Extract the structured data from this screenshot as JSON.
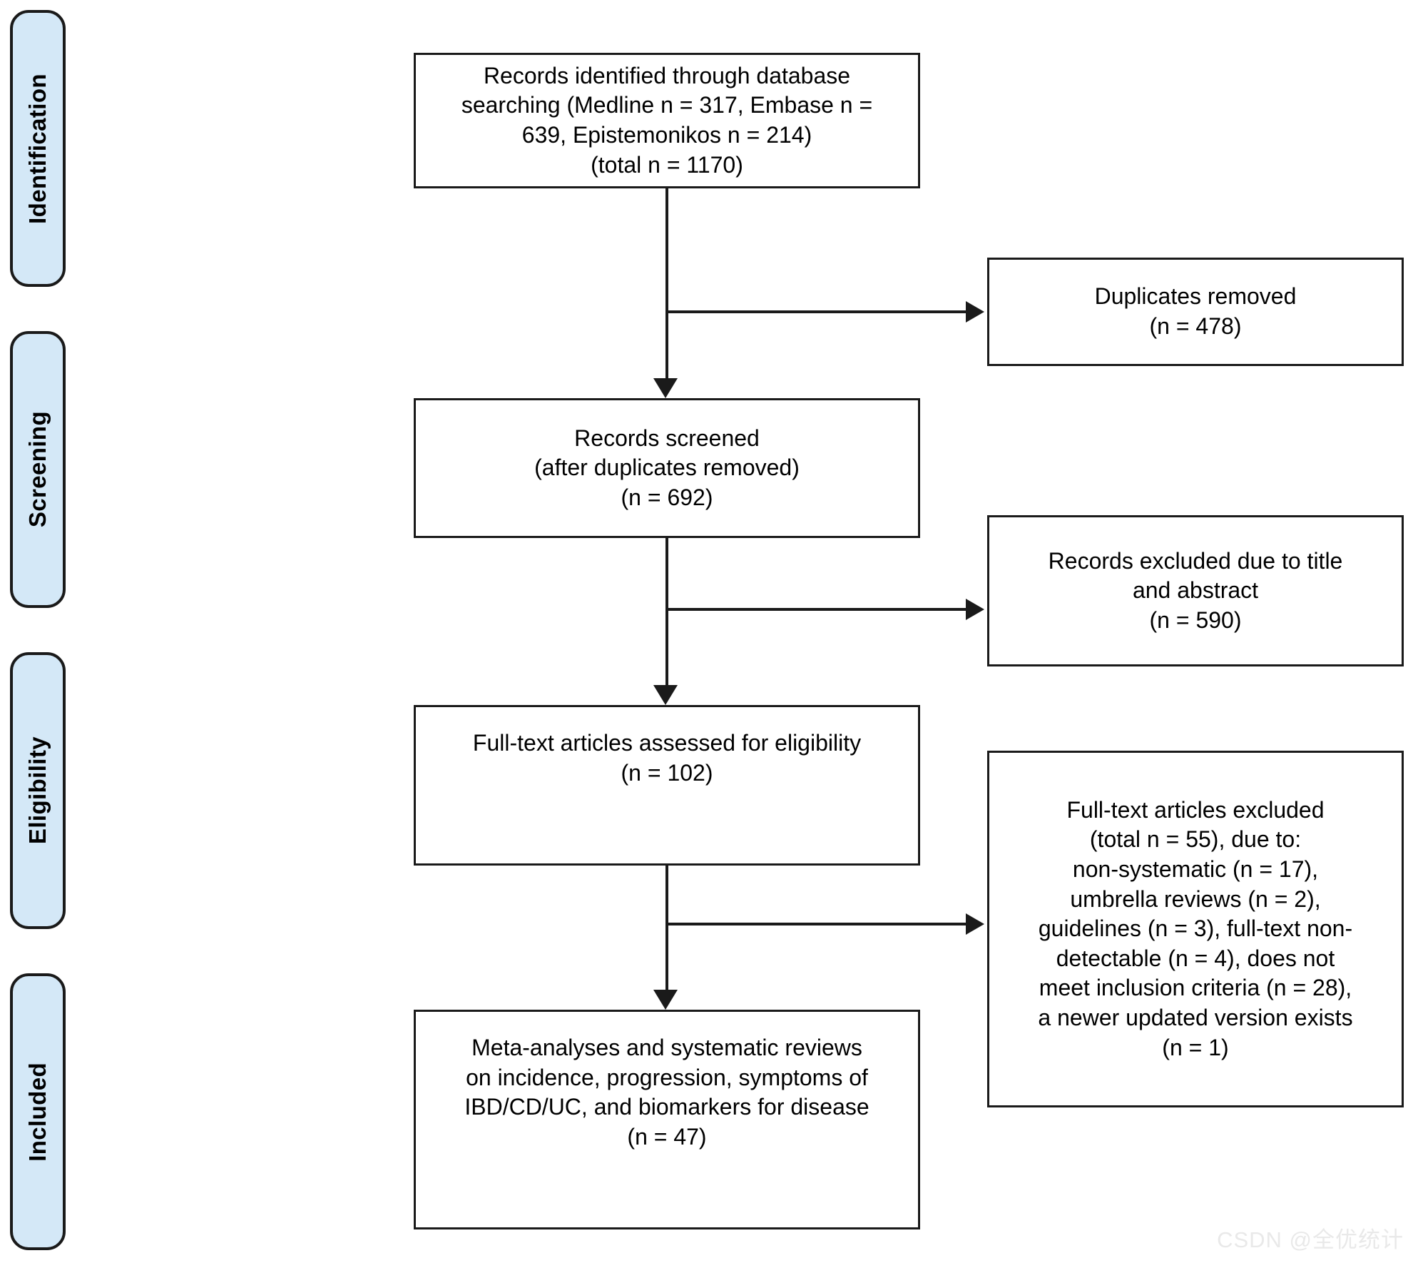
{
  "diagram": {
    "title": "PRISMA study selection flow diagram",
    "colors": {
      "stage_tab_fill": "#d4e8f7",
      "stage_tab_border": "#1a1a1a",
      "box_border": "#1a1a1a",
      "box_fill": "#ffffff",
      "connector": "#1a1a1a",
      "watermark_text": "#e9e9e9"
    },
    "stages": [
      {
        "label": "Identification"
      },
      {
        "label": "Screening"
      },
      {
        "label": "Eligibility"
      },
      {
        "label": "Included"
      }
    ],
    "boxes": {
      "records_identified": {
        "text": "Records identified through database\nsearching (Medline n = 317, Embase n =\n639, Epistemonikos n = 214)\n(total n = 1170)"
      },
      "duplicates_removed": {
        "text": "Duplicates removed\n(n = 478)"
      },
      "records_screened": {
        "text": "Records screened\n(after duplicates removed)\n(n = 692)"
      },
      "records_excluded": {
        "text": "Records excluded due to title\nand abstract\n(n = 590)"
      },
      "fulltext_assessed": {
        "text": "Full-text articles assessed for eligibility\n(n = 102)"
      },
      "fulltext_excluded": {
        "text": "Full-text articles excluded\n(total n = 55), due to:\nnon-systematic (n = 17),\numbrella reviews (n = 2),\nguidelines (n = 3), full-text non-\ndetectable (n = 4), does not\nmeet inclusion criteria (n = 28),\na newer updated version exists\n(n = 1)"
      },
      "included_studies": {
        "text": "Meta-analyses and systematic reviews\non incidence, progression, symptoms of\nIBD/CD/UC, and biomarkers for disease\n(n = 47)"
      }
    },
    "counts": {
      "medline": 317,
      "embase": 639,
      "epistemonikos": 214,
      "total_identified": 1170,
      "duplicates_removed": 478,
      "records_screened": 692,
      "records_excluded_title_abstract": 590,
      "fulltext_assessed": 102,
      "fulltext_excluded_total": 55,
      "excluded_non_systematic": 17,
      "excluded_umbrella_reviews": 2,
      "excluded_guidelines": 3,
      "excluded_non_detectable": 4,
      "excluded_not_meeting_criteria": 28,
      "excluded_newer_version": 1,
      "included": 47
    },
    "watermark": {
      "text": "CSDN @全优统计"
    }
  }
}
